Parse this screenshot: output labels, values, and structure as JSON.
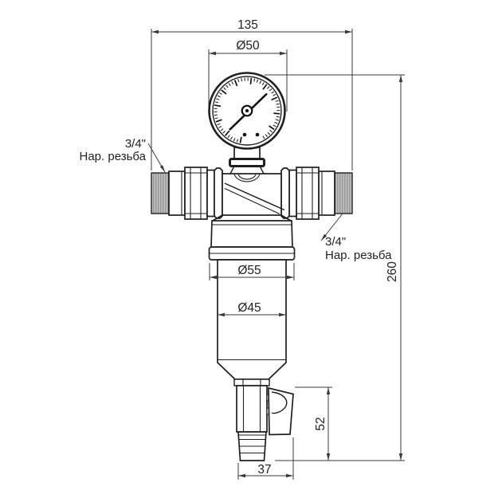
{
  "drawing": {
    "title": "filter-technical-drawing",
    "dims": {
      "total_width": "135",
      "gauge_diameter": "Ø50",
      "head_diameter": "Ø55",
      "bowl_diameter": "Ø45",
      "total_height": "260",
      "drain_height": "52",
      "drain_width": "37"
    },
    "labels": {
      "thread_size_left": "3/4\"",
      "thread_note_left": "Нар. резьба",
      "thread_size_right": "3/4\"",
      "thread_note_right": "Нар. резьба"
    },
    "colors": {
      "line": "#1f1f1f",
      "dim_line": "#3a3a3a",
      "background": "#ffffff",
      "thread_dark": "#6f6f6f",
      "thread_light": "#b5b5b5"
    }
  }
}
